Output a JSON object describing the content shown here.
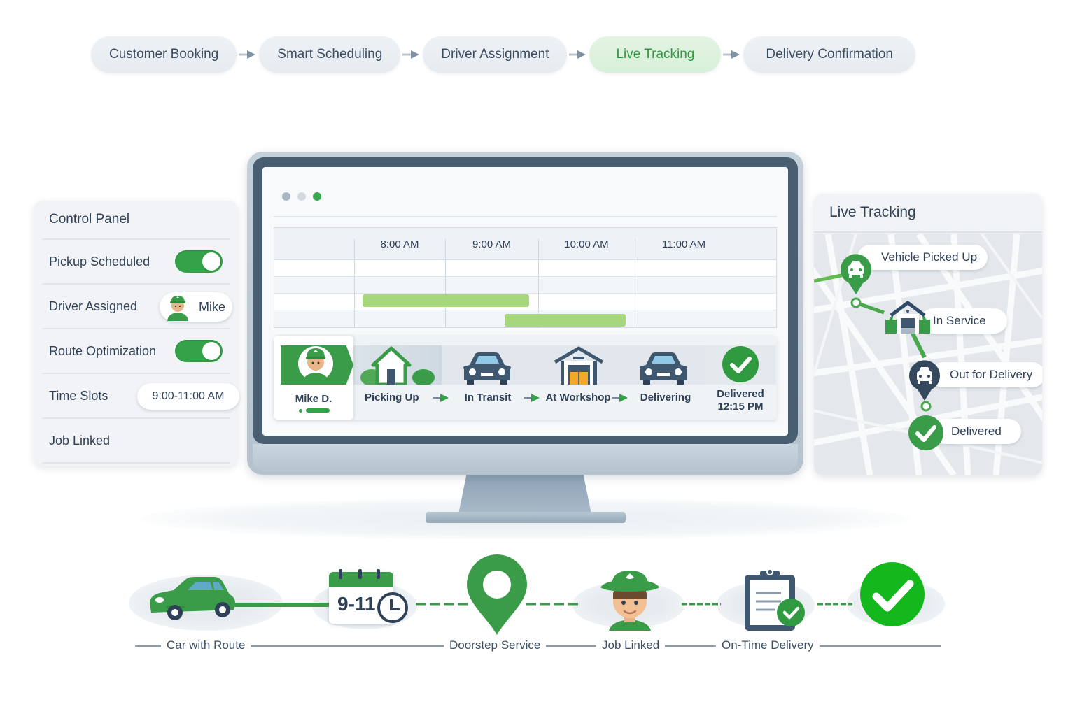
{
  "flow": {
    "steps": [
      {
        "label": "Customer Booking",
        "active": false
      },
      {
        "label": "Smart Scheduling",
        "active": false
      },
      {
        "label": "Driver Assignment",
        "active": false
      },
      {
        "label": "Live Tracking",
        "active": true
      },
      {
        "label": "Delivery Confirmation",
        "active": false
      }
    ]
  },
  "control_panel": {
    "title": "Control Panel",
    "rows": [
      {
        "label": "Pickup Scheduled",
        "control": "toggle",
        "value": "on"
      },
      {
        "label": "Driver Assigned",
        "control": "chip",
        "value": "Mike"
      },
      {
        "label": "Route Optimization",
        "control": "toggle",
        "value": "on"
      },
      {
        "label": "Time Slots",
        "control": "chip",
        "value": "9:00-11:00 AM"
      },
      {
        "label": "Job Linked",
        "control": "none",
        "value": ""
      }
    ]
  },
  "monitor": {
    "window_dots": [
      "#a9b6c4",
      "#d2d9e0",
      "#3aa84c"
    ],
    "schedule": {
      "columns": [
        "8:00 AM",
        "9:00 AM",
        "10:00 AM",
        "11:00 AM"
      ],
      "bars": [
        {
          "row": 3,
          "start": "8:05 AM",
          "end": "9:55 AM"
        },
        {
          "row": 4,
          "start": "9:40 AM",
          "end": "10:55 AM"
        }
      ]
    },
    "status_strip": {
      "driver_name": "Mike D.",
      "stages": [
        {
          "label": "Picking Up",
          "icon": "house-icon"
        },
        {
          "label": "In Transit",
          "icon": "car-icon"
        },
        {
          "label": "At Workshop",
          "icon": "garage-icon"
        },
        {
          "label": "Delivering",
          "icon": "car-icon"
        },
        {
          "label": "Delivered",
          "sub": "12:15 PM",
          "icon": "check-circle-icon"
        }
      ]
    }
  },
  "live_tracking": {
    "title": "Live Tracking",
    "stops": [
      {
        "label": "Vehicle Picked Up",
        "icon": "car-pin-icon",
        "color": "#3a9c48"
      },
      {
        "label": "In Service",
        "icon": "garage-icon",
        "color": "#2f4a66"
      },
      {
        "label": "Out for Delivery",
        "icon": "car-pin-icon",
        "color": "#34495e"
      },
      {
        "label": "Delivered",
        "icon": "check-circle-icon",
        "color": "#3a9c48"
      }
    ]
  },
  "journey": {
    "icons": [
      {
        "name": "car-icon"
      },
      {
        "name": "calendar-clock-icon",
        "text": "9-11"
      },
      {
        "name": "location-pin-icon"
      },
      {
        "name": "driver-avatar-icon"
      },
      {
        "name": "clipboard-check-icon"
      },
      {
        "name": "check-circle-icon"
      }
    ],
    "captions": [
      "Car with Route",
      "Doorstep Service",
      "Job Linked",
      "On-Time Delivery"
    ]
  },
  "colors": {
    "brand_green": "#34a248",
    "active_pill_bg": "#d8efd8",
    "active_pill_text": "#2e9a3f",
    "navy": "#2f4157",
    "gantt_bar": "#a6d77d",
    "check_green": "#14b81c"
  }
}
